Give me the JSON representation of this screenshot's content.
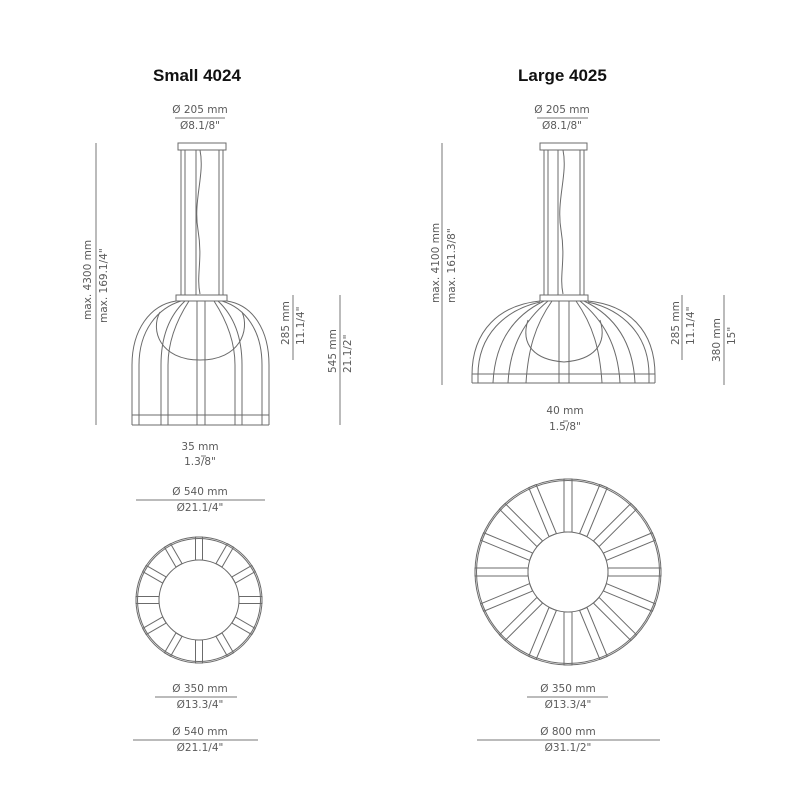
{
  "models": [
    {
      "title": "Small 4024",
      "canopy": {
        "mm": "Ø 205 mm",
        "inch": "Ø8.1/8\""
      },
      "max_height": {
        "mm": "max. 4300 mm",
        "inch": "max. 169.1/4\""
      },
      "shade_height": {
        "mm": "285 mm",
        "inch": "11.1/4\""
      },
      "total_shade_height": {
        "mm": "545 mm",
        "inch": "21.1/2\""
      },
      "bar_width": {
        "mm": "35 mm",
        "inch": "1.3/8\""
      },
      "elevation_diameter": {
        "mm": "Ø 540 mm",
        "inch": "Ø21.1/4\""
      },
      "inner_diameter": {
        "mm": "Ø 350 mm",
        "inch": "Ø13.3/4\""
      },
      "outer_diameter": {
        "mm": "Ø 540 mm",
        "inch": "Ø21.1/4\""
      },
      "plan_bar_count": 12
    },
    {
      "title": "Large 4025",
      "canopy": {
        "mm": "Ø 205 mm",
        "inch": "Ø8.1/8\""
      },
      "max_height": {
        "mm": "max. 4100 mm",
        "inch": "max. 161.3/8\""
      },
      "shade_height": {
        "mm": "285 mm",
        "inch": "11.1/4\""
      },
      "total_shade_height": {
        "mm": "380 mm",
        "inch": "15\""
      },
      "bar_width": {
        "mm": "40 mm",
        "inch": "1.5/8\""
      },
      "inner_diameter": {
        "mm": "Ø 350 mm",
        "inch": "Ø13.3/4\""
      },
      "outer_diameter": {
        "mm": "Ø 800 mm",
        "inch": "Ø31.1/2\""
      },
      "plan_bar_count": 16
    }
  ],
  "colors": {
    "line": "#6b6b6b",
    "text": "#5a5a5a",
    "title": "#111111"
  }
}
